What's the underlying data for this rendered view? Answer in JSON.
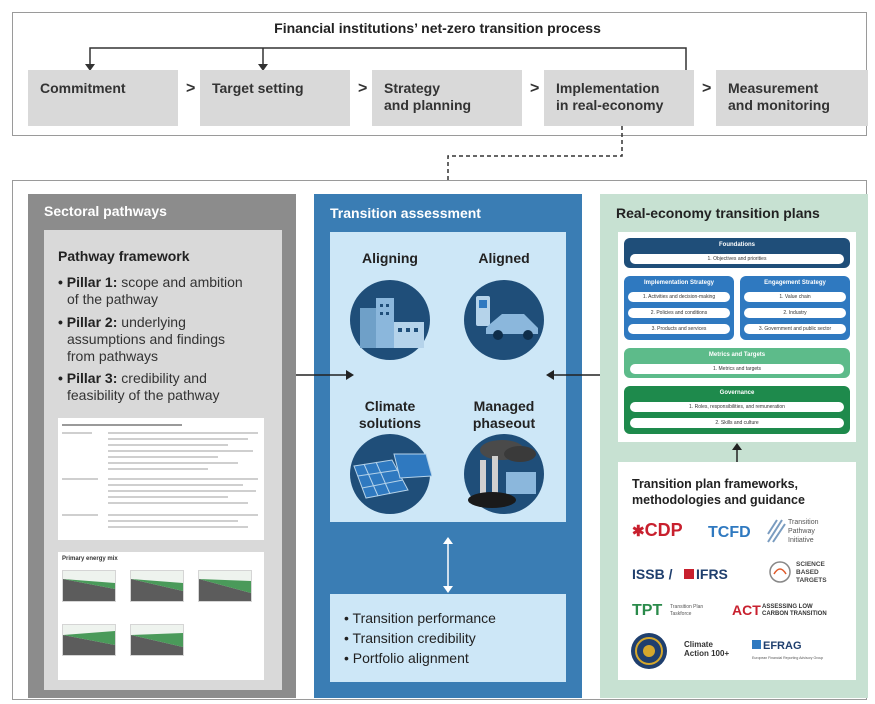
{
  "process": {
    "title": "Financial institutions’ net-zero transition process",
    "steps": [
      {
        "line1": "Commitment",
        "line2": ""
      },
      {
        "line1": "Target setting",
        "line2": ""
      },
      {
        "line1": "Strategy",
        "line2": "and planning"
      },
      {
        "line1": "Implementation",
        "line2": "in real-economy"
      },
      {
        "line1": "Measurement",
        "line2": "and monitoring"
      }
    ],
    "separator": ">"
  },
  "sectoral": {
    "title": "Sectoral pathways",
    "framework_title": "Pathway framework",
    "pillars": [
      {
        "bullet": "•",
        "name": "Pillar 1:",
        "line1": " scope and ambition",
        "line2": "of the pathway",
        "line3": ""
      },
      {
        "bullet": "•",
        "name": "Pillar 2:",
        "line1": " underlying",
        "line2": "assumptions and findings",
        "line3": "from pathways"
      },
      {
        "bullet": "•",
        "name": "Pillar 3:",
        "line1": " credibility and",
        "line2": "feasibility of the pathway",
        "line3": ""
      }
    ],
    "energy_mix_title": "Primary energy mix"
  },
  "assessment": {
    "title": "Transition assessment",
    "quadrants": [
      {
        "line1": "Aligning",
        "line2": ""
      },
      {
        "line1": "Aligned",
        "line2": ""
      },
      {
        "line1": "Climate",
        "line2": "solutions"
      },
      {
        "line1": "Managed",
        "line2": "phaseout"
      }
    ],
    "items": [
      "• Transition performance",
      "• Transition credibility",
      "• Portfolio alignment"
    ]
  },
  "plans": {
    "title": "Real-economy transition plans",
    "foundations": {
      "title": "Foundations",
      "items": [
        "1. Objectives and priorities"
      ]
    },
    "implementation": {
      "title": "Implementation Strategy",
      "items": [
        "1. Activities and decision-making",
        "2. Policies and conditions",
        "3. Products and services"
      ]
    },
    "engagement": {
      "title": "Engagement Strategy",
      "items": [
        "1. Value chain",
        "2. Industry",
        "3. Government and public sector"
      ]
    },
    "metrics": {
      "title": "Metrics and Targets",
      "items": [
        "1. Metrics and targets"
      ]
    },
    "governance": {
      "title": "Governance",
      "items": [
        "1. Roles, responsibilities, and remuneration",
        "2. Skills and culture"
      ]
    },
    "frameworks_title_line1": "Transition plan frameworks,",
    "frameworks_title_line2": "methodologies and guidance",
    "logos": {
      "cdp": "CDP",
      "tcfd": "TCFD",
      "tpi": [
        "Transition",
        "Pathway",
        "Initiative"
      ],
      "issb": "ISSB /",
      "ifrs": "IFRS",
      "sbt": [
        "SCIENCE",
        "BASED",
        "TARGETS"
      ],
      "tpt": "TPT",
      "tpt_sub": [
        "Transition Plan",
        "Taskforce"
      ],
      "act": "ACT",
      "act_sub": [
        "ASSESSING LOW",
        "CARBON TRANSITION"
      ],
      "ca100": [
        "Climate",
        "Action 100+"
      ],
      "efrag": "EFRAG",
      "efrag_sub": "European Financial Reporting Advisory Group"
    }
  },
  "colors": {
    "sectoral": "#8c8c8c",
    "assessment": "#3a7db4",
    "plans": "#c7e1d2",
    "navy": "#1f4e79",
    "blue": "#2f79c0",
    "teal": "#1f8a70",
    "green": "#44a45f"
  }
}
